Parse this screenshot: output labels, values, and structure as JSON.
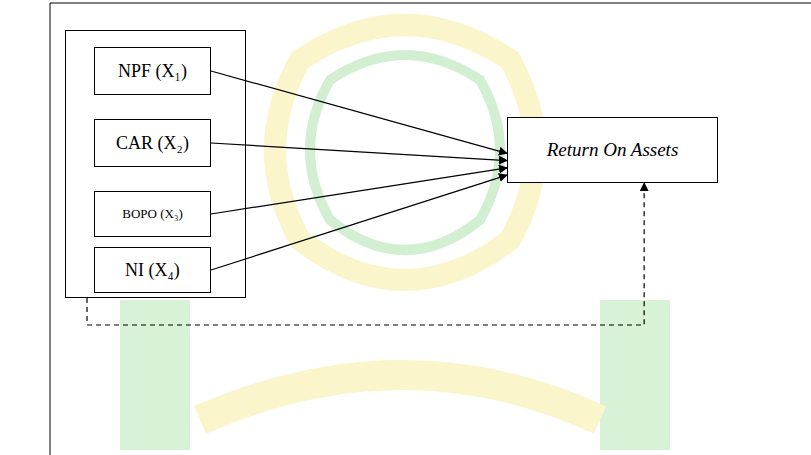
{
  "diagram": {
    "nodes": [
      {
        "text": []
      },
      {
        "text": [
          "NPF (X₁)"
        ],
        "in": 0
      },
      {
        "text": [
          "CAR (X₂)"
        ],
        "in": 0
      },
      {
        "text": [
          "BOPO (X₃)"
        ],
        "in": 0
      },
      {
        "text": [
          "NI (X₄)"
        ],
        "in": 0
      },
      {
        "text": [
          "Return On Assets"
        ]
      }
    ],
    "edges": [
      {
        "from": 1,
        "to": 5,
        "arrow": "to"
      },
      {
        "from": 2,
        "to": 5,
        "arrow": "to"
      },
      {
        "from": 3,
        "to": 5,
        "arrow": "to"
      },
      {
        "from": 4,
        "to": 5,
        "arrow": "to"
      },
      {
        "from": 0,
        "to": 5,
        "arrow": "to"
      }
    ]
  }
}
